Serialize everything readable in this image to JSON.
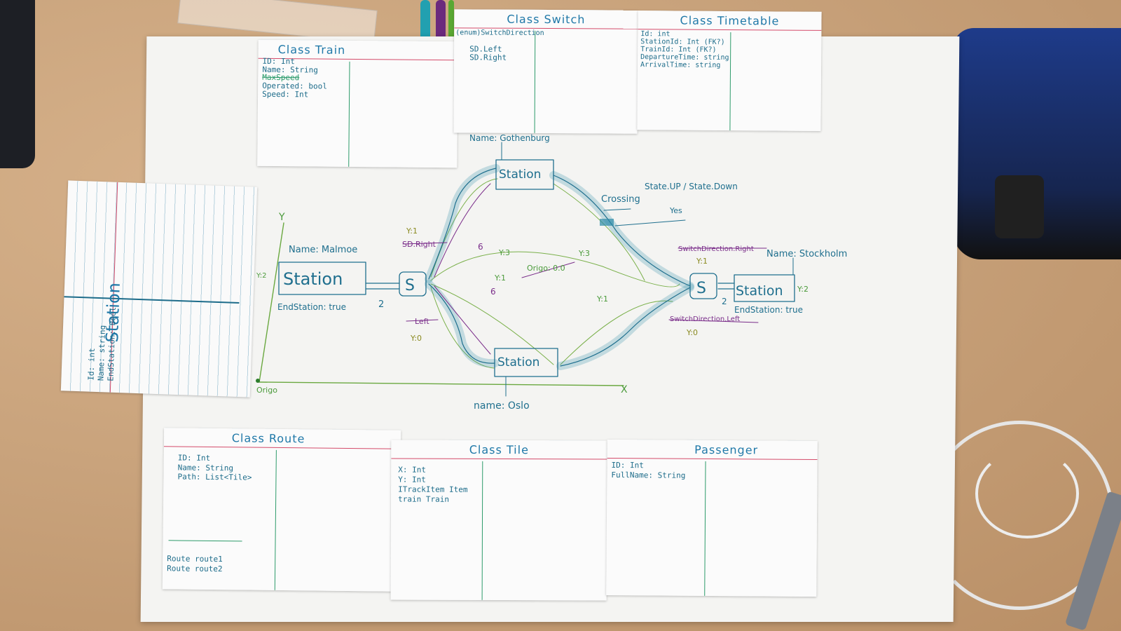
{
  "colors": {
    "ink_blue": "#1f78a8",
    "ink_green": "#5aa832",
    "ink_purple": "#7a2d8a",
    "ink_teal": "#2d9b6a",
    "poster": "#f4f4f2",
    "desk": "#c9a37c"
  },
  "cards": {
    "train": {
      "title": "Class Train",
      "fields": [
        "ID: Int",
        "Name: String",
        "MaxSpeed",
        "Operated: bool",
        "Speed: Int"
      ]
    },
    "switch": {
      "title": "Class Switch",
      "fields": [
        "(enum)SwitchDirection",
        "SD.Left",
        "SD.Right"
      ]
    },
    "timetable": {
      "title": "Class Timetable",
      "fields": [
        "Id: int",
        "StationId: Int (FK?)",
        "TrainId: Int (FK?)",
        "DepartureTime: string",
        "ArrivalTime: string"
      ]
    },
    "station": {
      "title": "Station",
      "fields": [
        "Id: int",
        "Name: string",
        "EndStation: Bool"
      ]
    },
    "route": {
      "title": "Class Route",
      "fields": [
        "ID: Int",
        "Name: String",
        "Path: List<Tile>"
      ],
      "instances": [
        "Route route1",
        "Route route2"
      ]
    },
    "tile": {
      "title": "Class Tile",
      "fields": [
        "X: Int",
        "Y: Int",
        "ITrackItem Item",
        "train Train"
      ]
    },
    "passenger": {
      "title": "Passenger",
      "fields": [
        "ID: Int",
        "FullName: String"
      ]
    }
  },
  "diagram": {
    "station_label": "Station",
    "switch_label": "S",
    "malmoe": "Name: Malmoe",
    "malmoe_end": "EndStation: true",
    "gothenburg": "Name: Gothenburg",
    "oslo": "name: Oslo",
    "stockholm": "Name: Stockholm",
    "stockholm_end": "EndStation: true",
    "crossing": "Crossing",
    "crossing_state": "State.UP / State.Down",
    "crossing_yes": "Yes",
    "origo": "Origo",
    "origo_coord": "Origo: 0.0",
    "axis_x": "X",
    "axis_y": "Y",
    "y2_left": "Y:2",
    "y2_right": "Y:2",
    "y3_left": "Y:3",
    "y3_right": "Y:3",
    "y1_left": "Y:1",
    "y1_right": "Y:1",
    "num_two": "2",
    "num_two_right": "2",
    "num_six_top": "6",
    "num_six_bottom": "6",
    "sd_right": "SD.Right",
    "left": "Left",
    "y_tag_1": "Y:1",
    "y_tag_0": "Y:0",
    "y_tag_r1": "Y:1",
    "y_tag_r0": "Y:0",
    "switch_dir_right": "SwitchDirection.Right",
    "switch_dir_left": "SwitchDirection.Left"
  }
}
